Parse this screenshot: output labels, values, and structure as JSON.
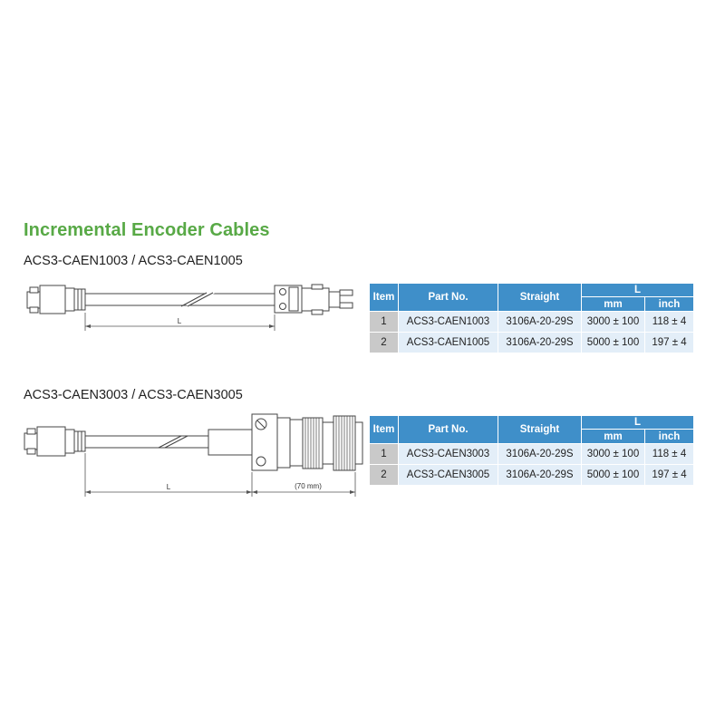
{
  "title": "Incremental Encoder Cables",
  "sections": [
    {
      "subtitle": "ACS3-CAEN1003 / ACS3-CAEN1005",
      "dim_label": "L",
      "headers": {
        "item": "Item",
        "part_no": "Part No.",
        "straight": "Straight",
        "l": "L",
        "mm": "mm",
        "inch": "inch"
      },
      "rows": [
        {
          "item": "1",
          "part_no": "ACS3-CAEN1003",
          "straight": "3106A-20-29S",
          "mm": "3000 ± 100",
          "inch": "118 ± 4"
        },
        {
          "item": "2",
          "part_no": "ACS3-CAEN1005",
          "straight": "3106A-20-29S",
          "mm": "5000 ± 100",
          "inch": "197 ± 4"
        }
      ]
    },
    {
      "subtitle": "ACS3-CAEN3003 / ACS3-CAEN3005",
      "dim_label": "L",
      "dim_label_2": "(70 mm)",
      "headers": {
        "item": "Item",
        "part_no": "Part No.",
        "straight": "Straight",
        "l": "L",
        "mm": "mm",
        "inch": "inch"
      },
      "rows": [
        {
          "item": "1",
          "part_no": "ACS3-CAEN3003",
          "straight": "3106A-20-29S",
          "mm": "3000 ± 100",
          "inch": "118 ± 4"
        },
        {
          "item": "2",
          "part_no": "ACS3-CAEN3005",
          "straight": "3106A-20-29S",
          "mm": "5000 ± 100",
          "inch": "197 ± 4"
        }
      ]
    }
  ],
  "colors": {
    "title": "#58a946",
    "header_bg": "#3f8fc9",
    "item_bg": "#c9c9c9",
    "cell_bg": "#e3eef8"
  }
}
